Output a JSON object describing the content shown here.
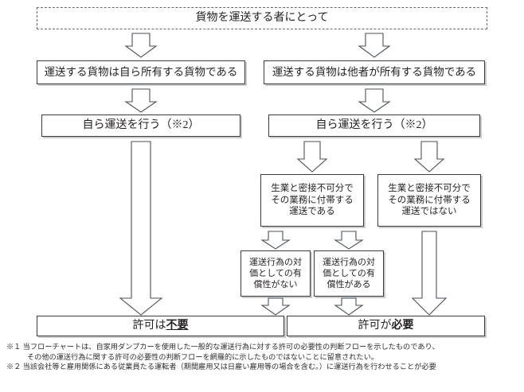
{
  "title": {
    "text": "貨物を運送する者にとって"
  },
  "level2": [
    {
      "text": "運送する貨物は自ら所有する貨物である"
    },
    {
      "text": "運送する貨物は他者が所有する貨物である"
    }
  ],
  "level3": [
    {
      "text": "自ら運送を行う（※2）"
    },
    {
      "text": "自ら運送を行う（※2）"
    }
  ],
  "level4": [
    {
      "line1": "生業と密接不可分で",
      "line2": "その業務に付帯する",
      "line3": "運送である"
    },
    {
      "line1": "生業と密接不可分で",
      "line2": "その業務に付帯する",
      "line3": "運送ではない"
    }
  ],
  "level5": [
    {
      "line1": "運送行為の対",
      "line2": "価としての有",
      "line3": "償性がない"
    },
    {
      "line1": "運送行為の対",
      "line2": "価としての有",
      "line3": "償性がある"
    }
  ],
  "results": [
    {
      "prefix": "許可は",
      "emphasis": "不要",
      "style": "bold-underline"
    },
    {
      "prefix": "許可が",
      "emphasis": "必要",
      "style": "bold"
    }
  ],
  "notes": [
    {
      "marker": "※１",
      "text": "当フローチャートは、自家用ダンプカーを使用した一般的な運送行為に対する許可の必要性の判断フローを示したものであり、"
    },
    {
      "marker": "",
      "text": "その他の運送行為に関する許可の必要性の判断フローを網羅的に示したものではないことに留意されたい。"
    },
    {
      "marker": "※２",
      "text": "当該会社等と雇用関係にある従業員たる運転者（期間雇用又は日雇い雇用等の場合を含む。）に運送行為を行わせることが必要"
    }
  ],
  "colors": {
    "border": "#3a3a3a",
    "arrow_stroke": "#4a5258",
    "text": "#231f20",
    "shadow": "#c9ccce"
  },
  "arrows": {
    "down_arrow_icon": "down-block-arrow"
  }
}
